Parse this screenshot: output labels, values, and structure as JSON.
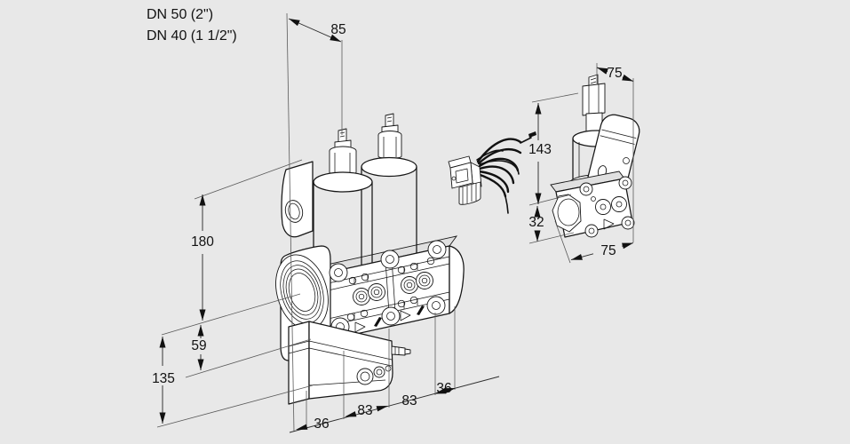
{
  "header": {
    "size_line_1": "DN 50 (2\")",
    "size_line_2": "DN 40 (1 1/2\")"
  },
  "main_view": {
    "description": "double solenoid gas valve, isometric front view",
    "dim_top": "85",
    "dim_height_upper": "180",
    "dim_height_mid": "59",
    "dim_height_total": "135",
    "dim_bottom": [
      "36",
      "83",
      "83",
      "36"
    ]
  },
  "side_view": {
    "description": "single valve, side view",
    "dim_top": "75",
    "dim_height_upper": "143",
    "dim_height_lower": "32",
    "dim_bottom": "75"
  },
  "colors": {
    "background": "#e8e8e8",
    "outline": "#161616",
    "dimension": "#2e2e2e",
    "fill": "#ffffff"
  }
}
